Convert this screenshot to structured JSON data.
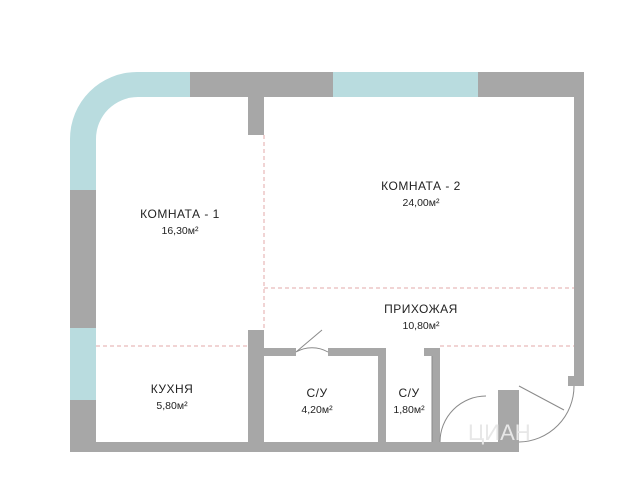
{
  "rooms": {
    "room1": {
      "name": "КОМНАТА - 1",
      "area": "16,30м²"
    },
    "room2": {
      "name": "КОМНАТА - 2",
      "area": "24,00м²"
    },
    "hallway": {
      "name": "ПРИХОЖАЯ",
      "area": "10,80м²"
    },
    "kitchen": {
      "name": "КУХНЯ",
      "area": "5,80м²"
    },
    "bathroom1": {
      "name": "С/У",
      "area": "4,20м²"
    },
    "bathroom2": {
      "name": "С/У",
      "area": "1,80м²"
    }
  },
  "watermark": "ЦИАН",
  "colors": {
    "wall": "#a7a7a7",
    "window": "#b9dcdf",
    "zone_line": "#e3a8a8"
  }
}
